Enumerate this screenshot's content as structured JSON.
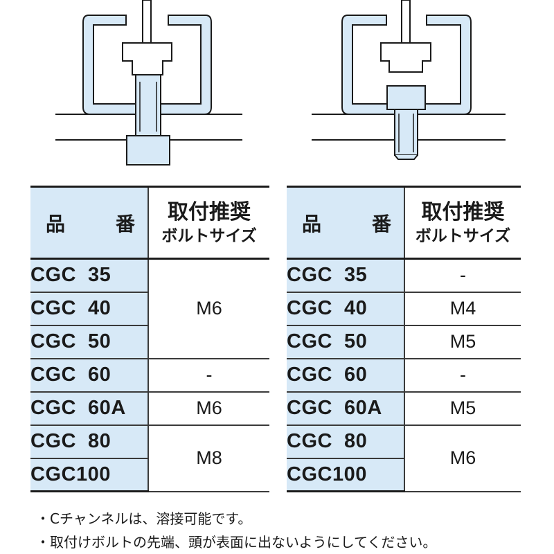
{
  "header": {
    "product_col_left": "品",
    "product_col_right": "番",
    "bolt_line1": "取付推奨",
    "bolt_line2": "ボルトサイズ"
  },
  "tables": [
    {
      "rows": [
        {
          "code": "CGC  35"
        },
        {
          "code": "CGC  40"
        },
        {
          "code": "CGC  50"
        },
        {
          "code": "CGC  60"
        },
        {
          "code": "CGC  60A"
        },
        {
          "code": "CGC  80"
        },
        {
          "code": "CGC100"
        }
      ],
      "bolts": [
        {
          "value": "M6",
          "span": 3
        },
        {
          "value": "-",
          "span": 1
        },
        {
          "value": "M6",
          "span": 1
        },
        {
          "value": "M8",
          "span": 2
        }
      ]
    },
    {
      "rows": [
        {
          "code": "CGC  35"
        },
        {
          "code": "CGC  40"
        },
        {
          "code": "CGC  50"
        },
        {
          "code": "CGC  60"
        },
        {
          "code": "CGC  60A"
        },
        {
          "code": "CGC  80"
        },
        {
          "code": "CGC100"
        }
      ],
      "bolts": [
        {
          "value": "-",
          "span": 1
        },
        {
          "value": "M4",
          "span": 1
        },
        {
          "value": "M5",
          "span": 1
        },
        {
          "value": "-",
          "span": 1
        },
        {
          "value": "M5",
          "span": 1
        },
        {
          "value": "M6",
          "span": 2
        }
      ]
    }
  ],
  "notes": [
    "・Cチャンネルは、溶接可能です。",
    "・取付けボルトの先端、頭が表面に出ないようにしてください。"
  ],
  "colors": {
    "channel_fill": "#d7e9f7",
    "outline": "#1a1a1a",
    "code_col_bg": "#d7e9f7"
  }
}
